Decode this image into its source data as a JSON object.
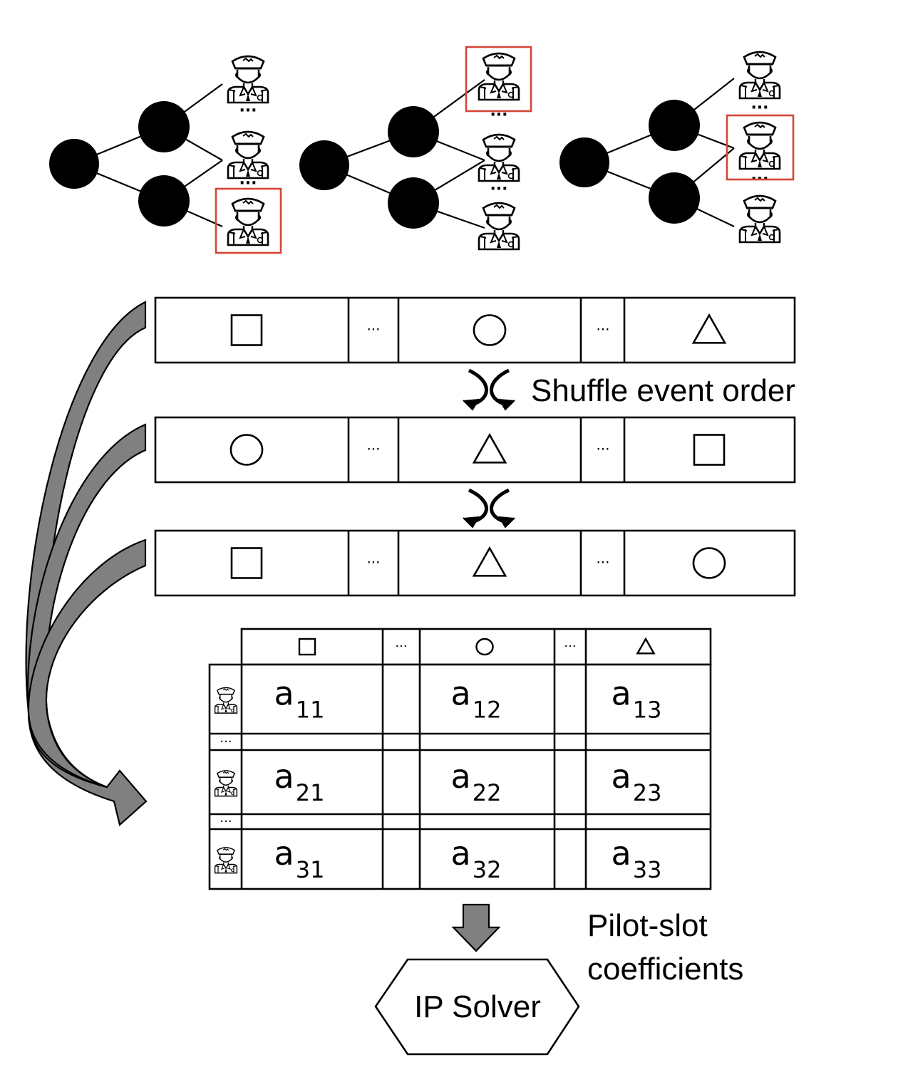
{
  "shuffle_label": "Shuffle event order",
  "pilot_slot_label_line1": "Pilot-slot",
  "pilot_slot_label_line2": "coefficients",
  "solver_label": "IP Solver",
  "ellipsis": "···",
  "sequences": [
    [
      "square",
      "circle",
      "triangle"
    ],
    [
      "circle",
      "triangle",
      "square"
    ],
    [
      "square",
      "triangle",
      "circle"
    ]
  ],
  "matrix_header": [
    "square",
    "circle",
    "triangle"
  ],
  "matrix": [
    [
      {
        "base": "a",
        "sub": "11"
      },
      {
        "base": "a",
        "sub": "12"
      },
      {
        "base": "a",
        "sub": "13"
      }
    ],
    [
      {
        "base": "a",
        "sub": "21"
      },
      {
        "base": "a",
        "sub": "22"
      },
      {
        "base": "a",
        "sub": "23"
      }
    ],
    [
      {
        "base": "a",
        "sub": "31"
      },
      {
        "base": "a",
        "sub": "32"
      },
      {
        "base": "a",
        "sub": "33"
      }
    ]
  ],
  "trees": [
    {
      "selected_pilot": 3
    },
    {
      "selected_pilot": 1
    },
    {
      "selected_pilot": 2
    }
  ],
  "colors": {
    "highlight": "#d64535",
    "arrow_fill": "#808080",
    "ink": "#000000"
  },
  "icons": [
    "pilot-icon",
    "square-icon",
    "circle-icon",
    "triangle-icon",
    "swap-arrows-icon"
  ]
}
